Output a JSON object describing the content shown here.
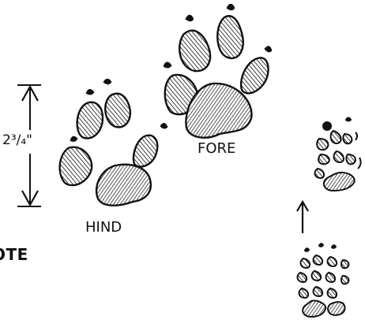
{
  "labels": {
    "measurement": "2³/₄\"",
    "fore": "FORE",
    "hind": "HIND",
    "title_partial": "OTE"
  },
  "colors": {
    "ink": "#111111",
    "paper": "#ffffff"
  },
  "icons": [
    "arrow-up-icon",
    "dimension-bracket-icon"
  ]
}
